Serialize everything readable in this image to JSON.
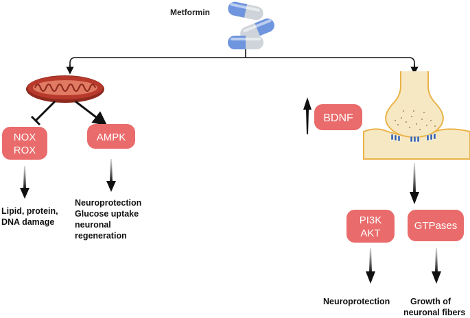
{
  "title": "Metformin",
  "boxes": {
    "nox_line1": "NOX",
    "nox_line2": "ROX",
    "ampk": "AMPK",
    "bdnf": "BDNF",
    "pi3k_line1": "PI3K",
    "pi3k_line2": "AKT",
    "gtpases": "GTPases"
  },
  "labels": {
    "damage": [
      "Lipid, protein,",
      "DNA damage"
    ],
    "ampk_effects": [
      "Neuroprotection",
      "Glucose uptake",
      "neuronal",
      "regeneration"
    ],
    "pi3k_effect": "Neuroprotection",
    "gtpases_effect": [
      "Growth of",
      "neuronal fibers"
    ]
  },
  "colors": {
    "box": "#ea6b6b",
    "arrow": "#111111",
    "mito_outer": "#b83a2c",
    "mito_inner": "#e07a62",
    "capsule_blue": "#6e95dd",
    "capsule_grey": "#cfd4da",
    "neuron_fill": "#f7e8c4",
    "neuron_stroke": "#e9b347",
    "receptor": "#2e5aa8"
  },
  "icons": [
    "capsule-icon",
    "mitochondrion-icon",
    "synapse-icon",
    "up-arrow-icon"
  ]
}
